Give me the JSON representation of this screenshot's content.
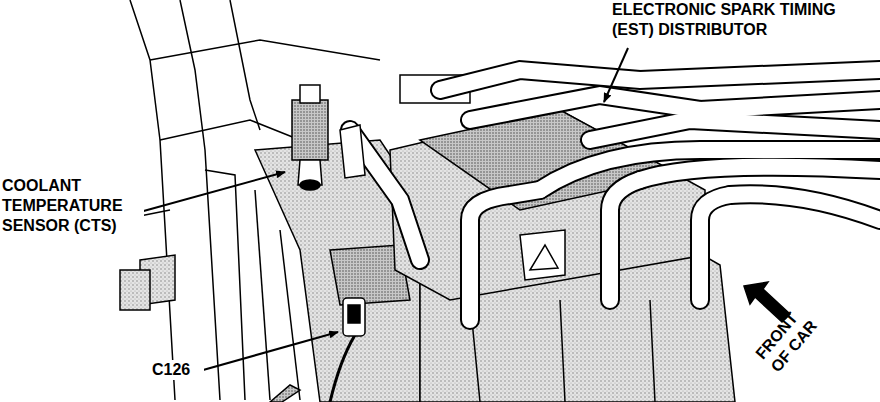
{
  "diagram": {
    "labels": [
      "ELECTRONIC SPARK TIMING (EST) DISTRIBUTOR",
      "COOLANT TEMPERATURE SENSOR (CTS)",
      "C126",
      "FRONT OF CAR"
    ]
  }
}
